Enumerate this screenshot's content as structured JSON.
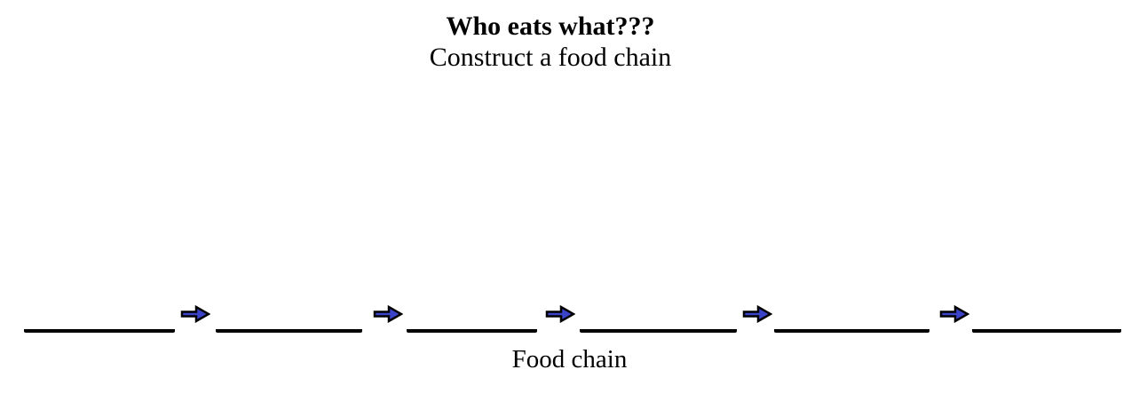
{
  "page": {
    "background": "#FFFFFF",
    "text_color": "#000000"
  },
  "header": {
    "title": "Who eats what???",
    "subtitle": "Construct a food chain"
  },
  "food_chain": {
    "label": "Food chain",
    "blank_count": 6,
    "arrow_count": 5,
    "blanks": [
      "",
      "",
      "",
      "",
      "",
      ""
    ],
    "arrow": {
      "icon": "right-arrow",
      "fill": "#3B44C8",
      "outline": "#000000"
    },
    "line_color": "#000000"
  }
}
